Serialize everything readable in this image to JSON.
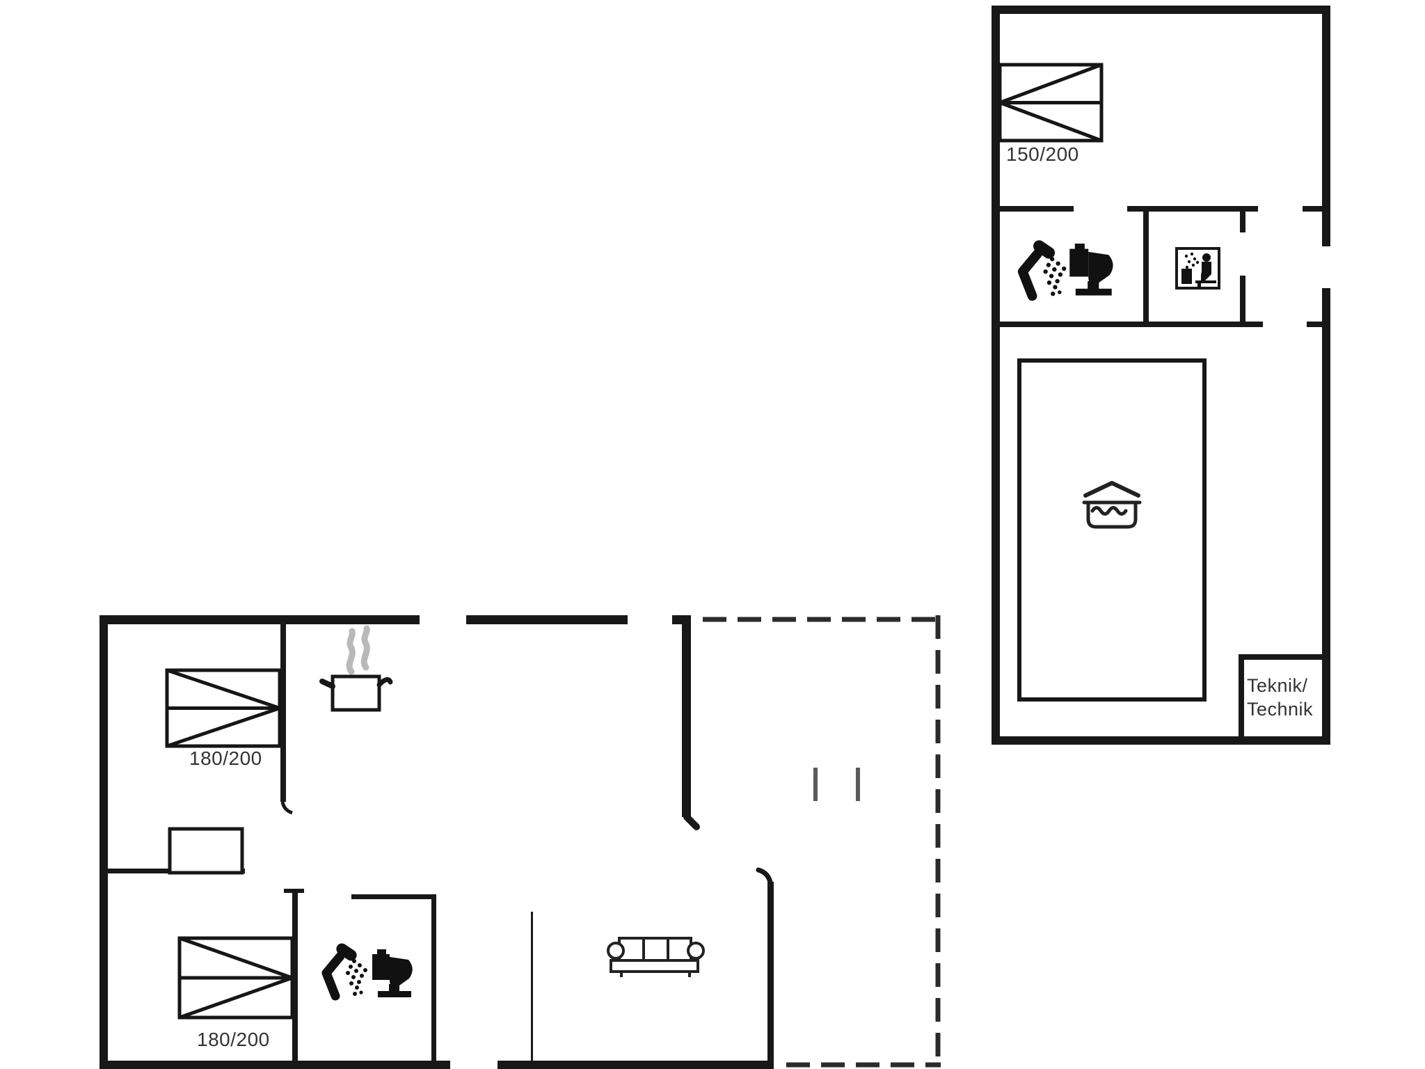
{
  "page": {
    "background": "#ffffff",
    "type": "floor plan"
  },
  "colors": {
    "wall": "#181818",
    "dash": "#2b2b2b",
    "steam": "#b9b9b9",
    "terrace_mark": "#5a5a5a",
    "text": "#333333"
  },
  "labels": {
    "annex_bed": "150/200",
    "main_bed_top": "180/200",
    "main_bed_bottom": "180/200",
    "technik_line1": "Teknik/",
    "technik_line2": "Technik"
  },
  "icons": [
    {
      "name": "double-bed-icon",
      "depicts": "double bed with size label"
    },
    {
      "name": "shower-icon",
      "depicts": "shower head with spray"
    },
    {
      "name": "toilet-icon",
      "depicts": "toilet"
    },
    {
      "name": "sauna-icon",
      "depicts": "sauna / wellness cabin with sitting figure"
    },
    {
      "name": "indoor-pool-icon",
      "depicts": "roofed basin with water waves (indoor pool)"
    },
    {
      "name": "cooking-pot-icon",
      "depicts": "steaming cooking pot (kitchen)"
    },
    {
      "name": "sofa-icon",
      "depicts": "three-seat sofa"
    },
    {
      "name": "wardrobe-box",
      "depicts": "wardrobe / cabinet rectangle"
    },
    {
      "name": "terrace-dashed-outline",
      "depicts": "covered terrace boundary (dashed)"
    }
  ]
}
